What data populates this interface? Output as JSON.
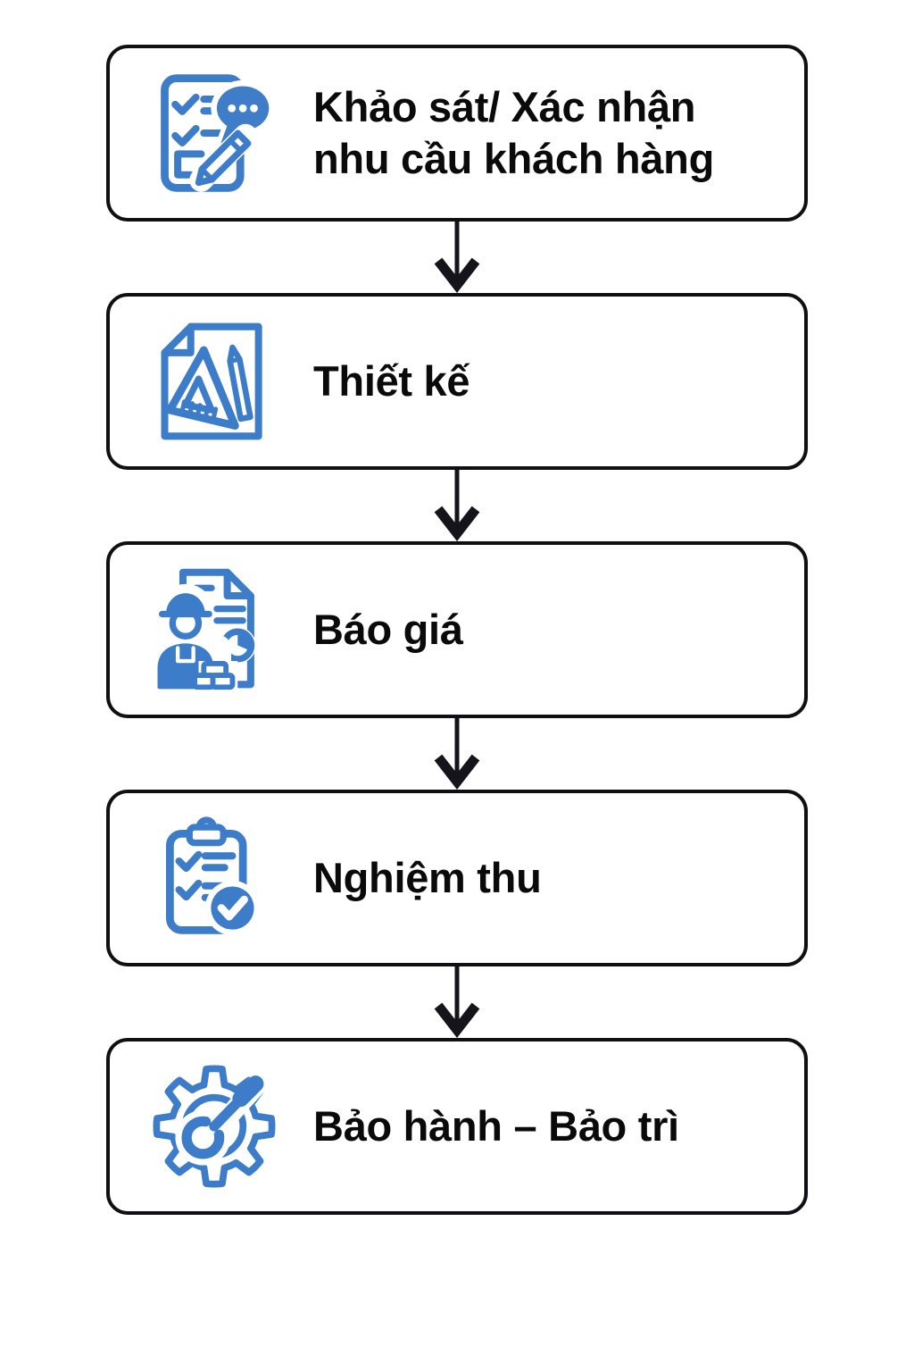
{
  "page": {
    "type": "process-flowchart",
    "background": "#ffffff"
  },
  "colors": {
    "accent_blue": "#3d7cc9",
    "box_border": "#0f0f14",
    "text": "#0a0a0a",
    "arrow": "#14141a"
  },
  "flow": {
    "connector": "down-arrow",
    "steps": [
      {
        "label": "Khảo sát/ Xác nhận nhu cầu khách hàng",
        "icon": "survey-form-chat-pencil-icon"
      },
      {
        "label": "Thiết kế",
        "icon": "paper-set-square-pencil-icon"
      },
      {
        "label": "Báo giá",
        "icon": "worker-quotation-document-icon"
      },
      {
        "label": "Nghiệm thu",
        "icon": "clipboard-checklist-approved-icon"
      },
      {
        "label": "Bảo hành – Bảo trì",
        "icon": "gear-wrench-icon"
      }
    ]
  }
}
